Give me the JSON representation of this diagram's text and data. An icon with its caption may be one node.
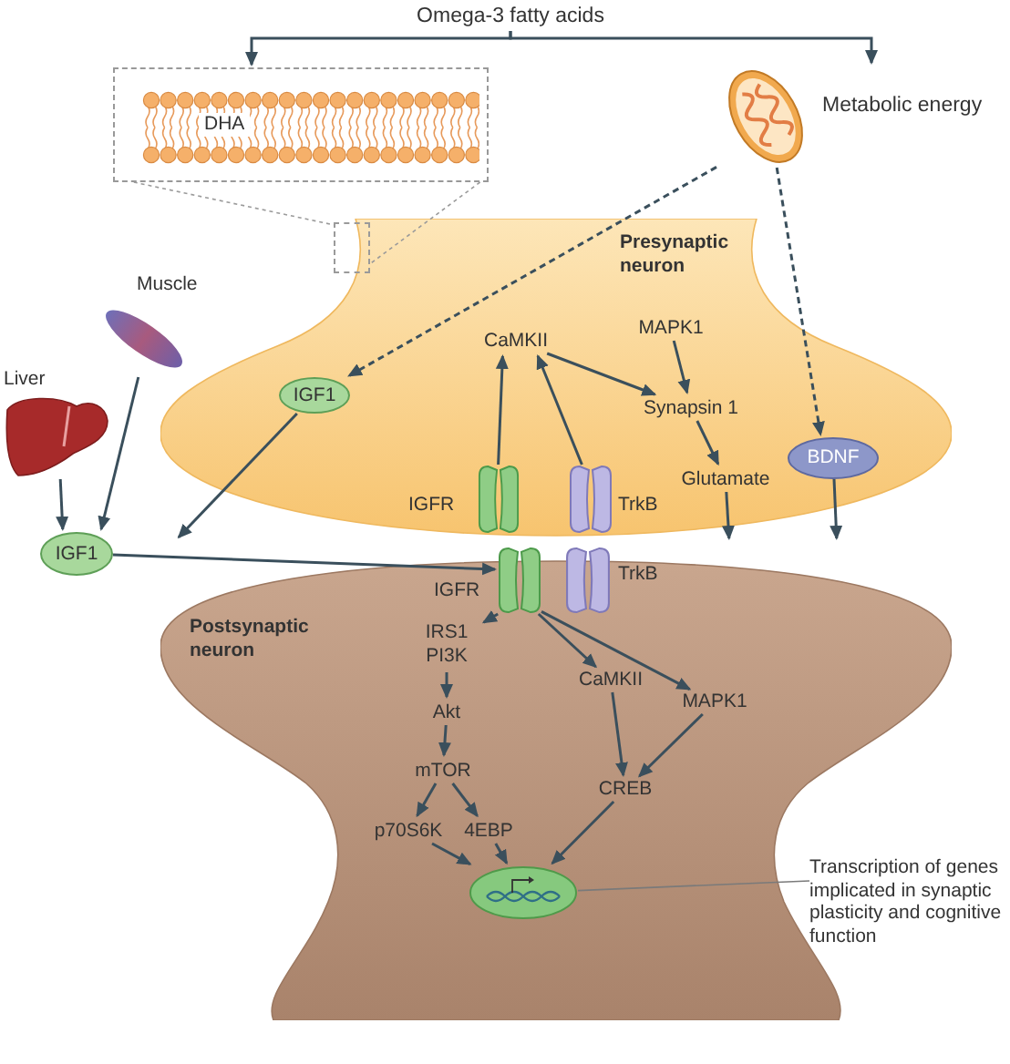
{
  "diagram": {
    "nodes": [
      {
        "text": [
          "Omega-3 fatty acids"
        ]
      },
      {
        "text": [
          "DHA"
        ]
      },
      {
        "text": [
          "Metabolic energy"
        ]
      },
      {
        "text": [
          "Presynaptic neuron"
        ]
      },
      {
        "text": [
          "Postsynaptic neuron"
        ]
      },
      {
        "text": [],
        "shape": "picture",
        "beside": [
          "Muscle"
        ]
      },
      {
        "text": [],
        "shape": "picture",
        "beside": [
          "Liver"
        ]
      },
      {
        "text": [
          "IGF1"
        ]
      },
      {
        "text": [
          "IGF1"
        ],
        "in": 3
      },
      {
        "text": [
          "CaMKII"
        ],
        "in": 3
      },
      {
        "text": [
          "MAPK1"
        ],
        "in": 3
      },
      {
        "text": [
          "Synapsin 1"
        ],
        "in": 3
      },
      {
        "text": [
          "Glutamate"
        ],
        "in": 3
      },
      {
        "text": [
          "BDNF"
        ],
        "in": 3
      },
      {
        "text": [],
        "shape": "picture",
        "beside": [
          "IGFR"
        ],
        "in": 3
      },
      {
        "text": [],
        "shape": "picture",
        "beside": [
          "TrkB"
        ],
        "in": 3
      },
      {
        "text": [],
        "shape": "picture",
        "beside": [
          "IGFR"
        ],
        "in": 4
      },
      {
        "text": [],
        "shape": "picture",
        "beside": [
          "TrkB"
        ],
        "in": 4
      },
      {
        "text": [
          "IRS1",
          "PI3K"
        ],
        "in": 4
      },
      {
        "text": [
          "Akt"
        ],
        "in": 4
      },
      {
        "text": [
          "mTOR"
        ],
        "in": 4
      },
      {
        "text": [
          "p70S6K"
        ],
        "in": 4
      },
      {
        "text": [
          "4EBP"
        ],
        "in": 4
      },
      {
        "text": [
          "CaMKII"
        ],
        "in": 4
      },
      {
        "text": [
          "MAPK1"
        ],
        "in": 4
      },
      {
        "text": [
          "CREB"
        ],
        "in": 4
      },
      {
        "text": [],
        "shape": "picture",
        "in": 4
      },
      {
        "text": [
          "Transcription of genes implicated in synaptic plasticity and cognitive function"
        ]
      },
      {
        "text": [],
        "shape": "box",
        "in": 3
      }
    ],
    "edges": [
      {
        "from": 0,
        "to": 1,
        "arrow": "to"
      },
      {
        "from": 0,
        "to": 2,
        "arrow": "to"
      },
      {
        "from": 2,
        "to": 8,
        "arrow": "to",
        "style": "dashed"
      },
      {
        "from": 2,
        "to": 13,
        "arrow": "to",
        "style": "dashed"
      },
      {
        "from": 5,
        "to": 7,
        "arrow": "to"
      },
      {
        "from": 6,
        "to": 7,
        "arrow": "to"
      },
      {
        "from": 7,
        "to": 16,
        "arrow": "to"
      },
      {
        "from": 8,
        "to": null,
        "arrow": "to"
      },
      {
        "from": 14,
        "to": 9,
        "arrow": "to"
      },
      {
        "from": 15,
        "to": 9,
        "arrow": "to"
      },
      {
        "from": 9,
        "to": 11,
        "arrow": "to"
      },
      {
        "from": 10,
        "to": 11,
        "arrow": "to"
      },
      {
        "from": 11,
        "to": 12,
        "arrow": "to"
      },
      {
        "from": 12,
        "to": null,
        "arrow": "to"
      },
      {
        "from": 13,
        "to": null,
        "arrow": "to"
      },
      {
        "from": 16,
        "to": 18,
        "arrow": "to"
      },
      {
        "from": 16,
        "to": 23,
        "arrow": "to"
      },
      {
        "from": 16,
        "to": 24,
        "arrow": "to"
      },
      {
        "from": 18,
        "to": 19,
        "arrow": "to"
      },
      {
        "from": 19,
        "to": 20,
        "arrow": "to"
      },
      {
        "from": 20,
        "to": 21,
        "arrow": "to"
      },
      {
        "from": 20,
        "to": 22,
        "arrow": "to"
      },
      {
        "from": 21,
        "to": 26,
        "arrow": "to"
      },
      {
        "from": 22,
        "to": 26,
        "arrow": "to"
      },
      {
        "from": 23,
        "to": 25,
        "arrow": "to"
      },
      {
        "from": 24,
        "to": 25,
        "arrow": "to"
      },
      {
        "from": 25,
        "to": 26,
        "arrow": "to"
      },
      {
        "from": 27,
        "to": 26,
        "arrow": "none",
        "color": "#7a7a7a"
      },
      {
        "from": 1,
        "to": 28,
        "arrow": "none",
        "style": "dashed",
        "color": "#9a9a9a"
      },
      {
        "from": 1,
        "to": 28,
        "arrow": "none",
        "style": "dashed",
        "color": "#9a9a9a"
      }
    ]
  }
}
